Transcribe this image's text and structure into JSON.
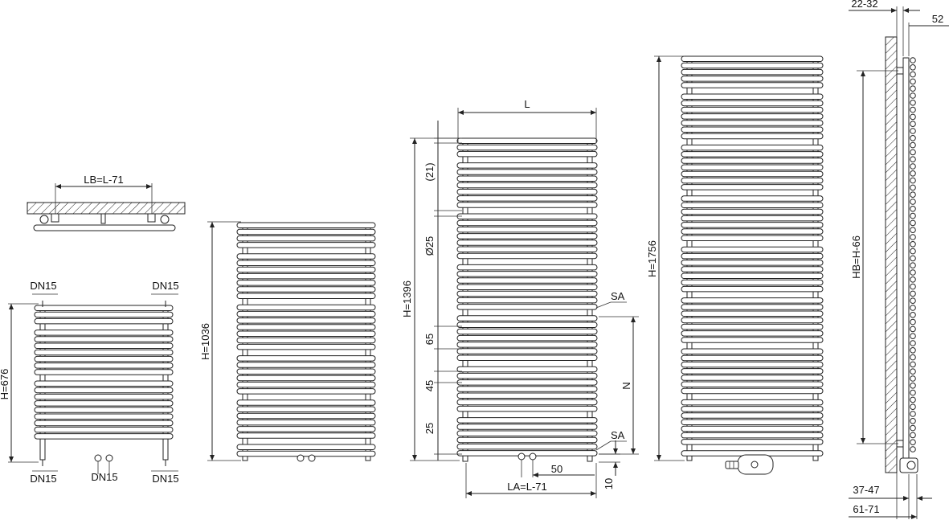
{
  "labels": {
    "lb": "LB=L-71",
    "dn15": "DN15",
    "h676": "H=676",
    "h1036": "H=1036",
    "h1396": "H=1396",
    "h1756": "H=1756",
    "l": "L",
    "d21": "(21)",
    "d25": "Ø25",
    "d65": "65",
    "d45": "45",
    "d25b": "25",
    "n": "N",
    "sa": "SA",
    "d50": "50",
    "la": "LA=L-71",
    "d10": "10",
    "hb": "HB=H-66",
    "d2232": "22-32",
    "d52": "52",
    "d3747": "37-47",
    "d6171": "61-71"
  }
}
